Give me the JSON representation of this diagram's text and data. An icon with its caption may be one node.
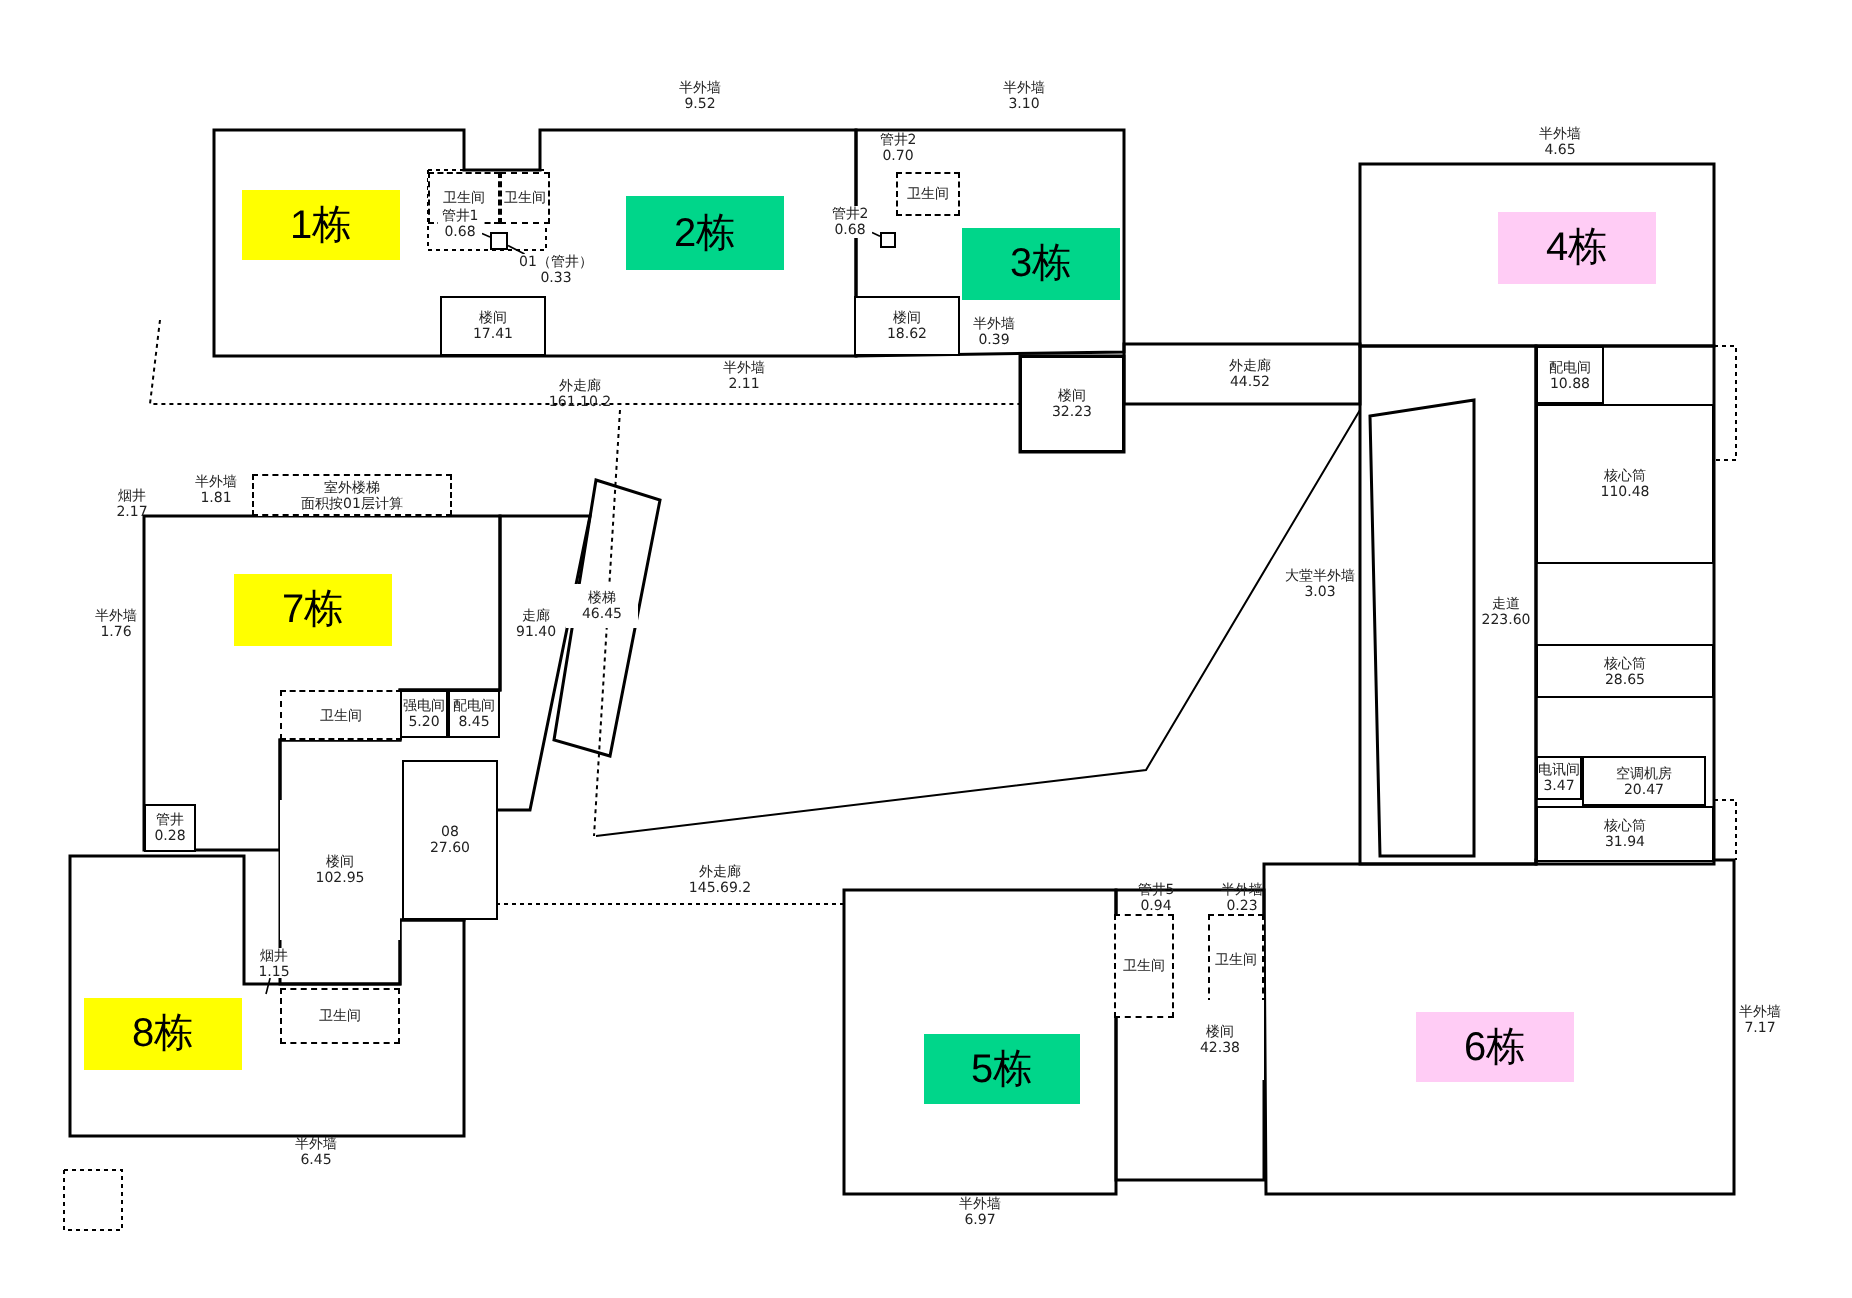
{
  "diagram": {
    "nodes": [
      {
        "text": [
          "1栋"
        ]
      },
      {
        "text": [
          "卫生间"
        ]
      },
      {
        "text": [
          "卫生间"
        ]
      },
      {
        "text": [
          "管井1",
          "0.68"
        ]
      },
      {
        "text": [],
        "shape": "box"
      },
      {
        "text": [
          "01（管井）",
          "0.33"
        ]
      },
      {
        "text": [
          "楼间",
          "17.41"
        ]
      },
      {
        "text": [
          "2栋"
        ]
      },
      {
        "text": [
          "管井2",
          "0.68"
        ]
      },
      {
        "text": [],
        "shape": "box"
      },
      {
        "text": [
          "卫生间"
        ]
      },
      {
        "text": [
          "楼间",
          "18.62"
        ]
      },
      {
        "text": [
          "3栋"
        ]
      },
      {
        "text": [
          "楼间",
          "32.23"
        ]
      },
      {
        "text": [
          "4栋"
        ]
      },
      {
        "text": [
          "配电间",
          "10.88"
        ]
      },
      {
        "text": [
          "核心筒",
          "110.48"
        ]
      },
      {
        "text": [
          "室外楼梯",
          "面积按01层计算"
        ]
      },
      {
        "text": [
          "7栋"
        ]
      },
      {
        "text": [
          "楼梯",
          "46.45"
        ]
      },
      {
        "text": [
          "核心筒",
          "28.65"
        ]
      },
      {
        "text": [
          "卫生间"
        ]
      },
      {
        "text": [
          "强电间",
          "5.20"
        ]
      },
      {
        "text": [
          "配电间",
          "8.45"
        ]
      },
      {
        "text": [
          "电讯间",
          "3.47"
        ]
      },
      {
        "text": [
          "空调机房",
          "20.47"
        ]
      },
      {
        "text": [
          "08",
          "27.60"
        ]
      },
      {
        "text": [
          "管井",
          "0.28"
        ]
      },
      {
        "text": [
          "核心筒",
          "31.94"
        ]
      },
      {
        "text": [
          "楼间",
          "102.95"
        ]
      },
      {
        "text": [
          "卫生间"
        ]
      },
      {
        "text": [
          "卫生间"
        ]
      },
      {
        "text": [
          "烟井",
          "1.15"
        ]
      },
      {
        "text": [
          "卫生间"
        ]
      },
      {
        "text": [
          "8栋"
        ]
      },
      {
        "text": [
          "5栋"
        ]
      },
      {
        "text": [
          "楼间",
          "42.38"
        ]
      },
      {
        "text": [
          "6栋"
        ]
      }
    ],
    "edges": [
      {
        "from": 3,
        "to": 4,
        "arrow": "none"
      },
      {
        "from": 5,
        "to": 4,
        "arrow": "none"
      },
      {
        "from": 8,
        "to": 9,
        "arrow": "none"
      },
      {
        "from": 32,
        "to": null,
        "arrow": "none"
      }
    ],
    "labels": [
      "半外墙 9.52",
      "半外墙 3.10",
      "管井2 0.70",
      "半外墙 4.65",
      "半外墙 0.39",
      "半外墙 2.11",
      "外走廊 161.10.2",
      "外走廊 44.52",
      "烟井 2.17",
      "半外墙 1.81",
      "半外墙 1.76",
      "走廊 91.40",
      "大堂半外墙 3.03",
      "走道 223.60",
      "外走廊 145.69.2",
      "管井5 0.94",
      "半外墙 0.23",
      "半外墙 7.17",
      "半外墙 6.45",
      "半外墙 6.97"
    ]
  }
}
